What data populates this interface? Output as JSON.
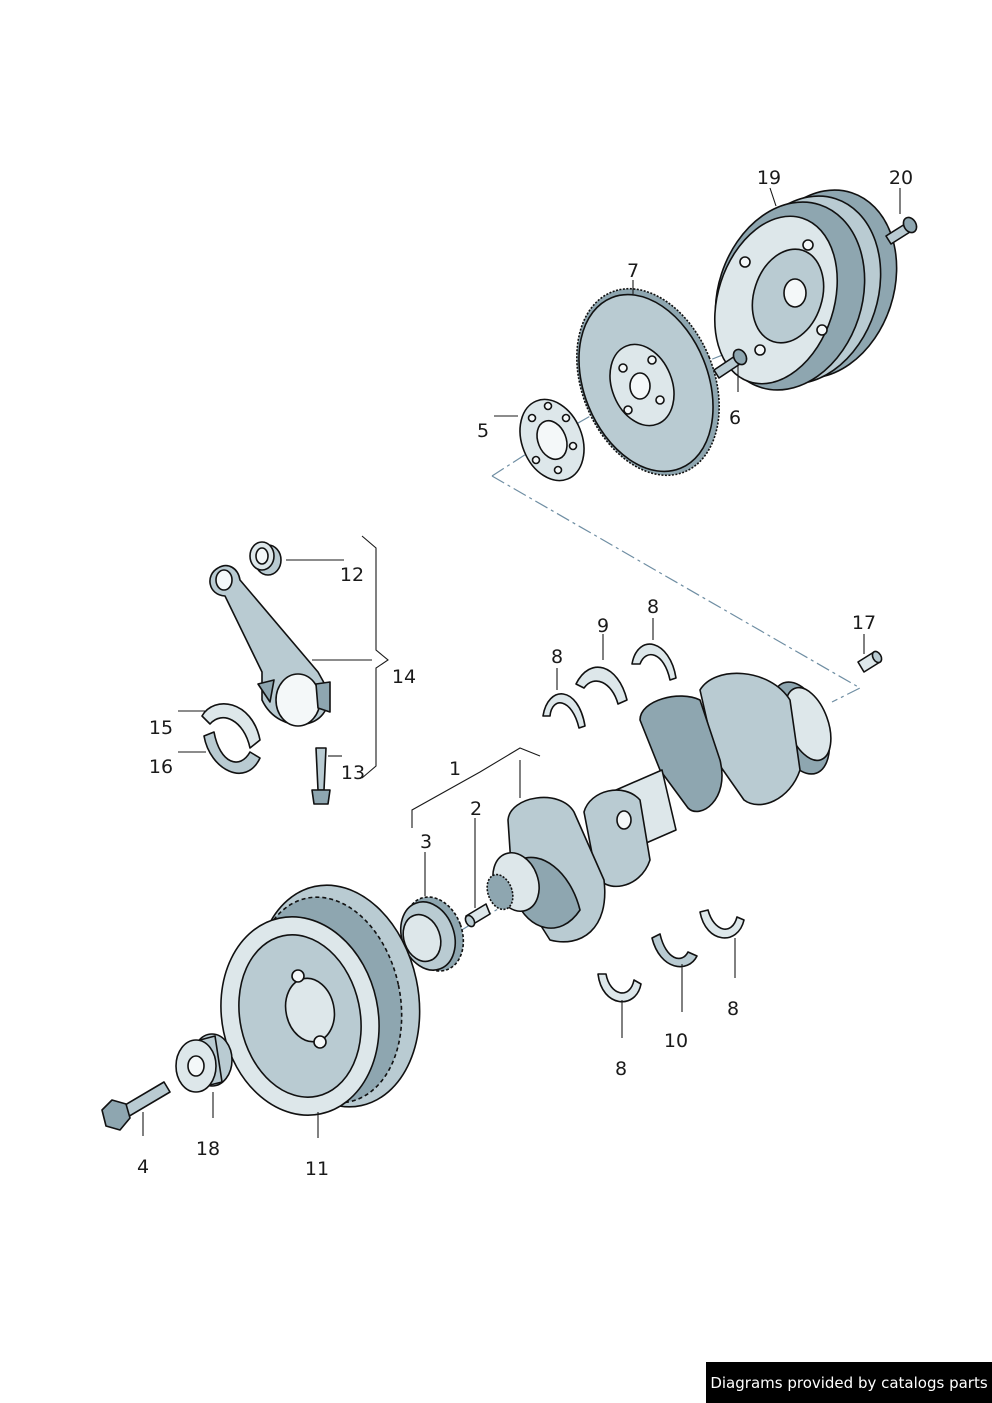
{
  "diagram": {
    "callouts": [
      {
        "id": "19",
        "label": "19"
      },
      {
        "id": "20",
        "label": "20"
      },
      {
        "id": "7",
        "label": "7"
      },
      {
        "id": "5",
        "label": "5"
      },
      {
        "id": "6",
        "label": "6"
      },
      {
        "id": "12",
        "label": "12"
      },
      {
        "id": "14",
        "label": "14"
      },
      {
        "id": "15",
        "label": "15"
      },
      {
        "id": "16",
        "label": "16"
      },
      {
        "id": "13",
        "label": "13"
      },
      {
        "id": "8a",
        "label": "8"
      },
      {
        "id": "9",
        "label": "9"
      },
      {
        "id": "8b",
        "label": "8"
      },
      {
        "id": "17",
        "label": "17"
      },
      {
        "id": "1",
        "label": "1"
      },
      {
        "id": "2",
        "label": "2"
      },
      {
        "id": "3",
        "label": "3"
      },
      {
        "id": "8c",
        "label": "8"
      },
      {
        "id": "10",
        "label": "10"
      },
      {
        "id": "8d",
        "label": "8"
      },
      {
        "id": "4",
        "label": "4"
      },
      {
        "id": "18",
        "label": "18"
      },
      {
        "id": "11",
        "label": "11"
      }
    ]
  },
  "footer": {
    "credit": "Diagrams provided by catalogs parts"
  }
}
